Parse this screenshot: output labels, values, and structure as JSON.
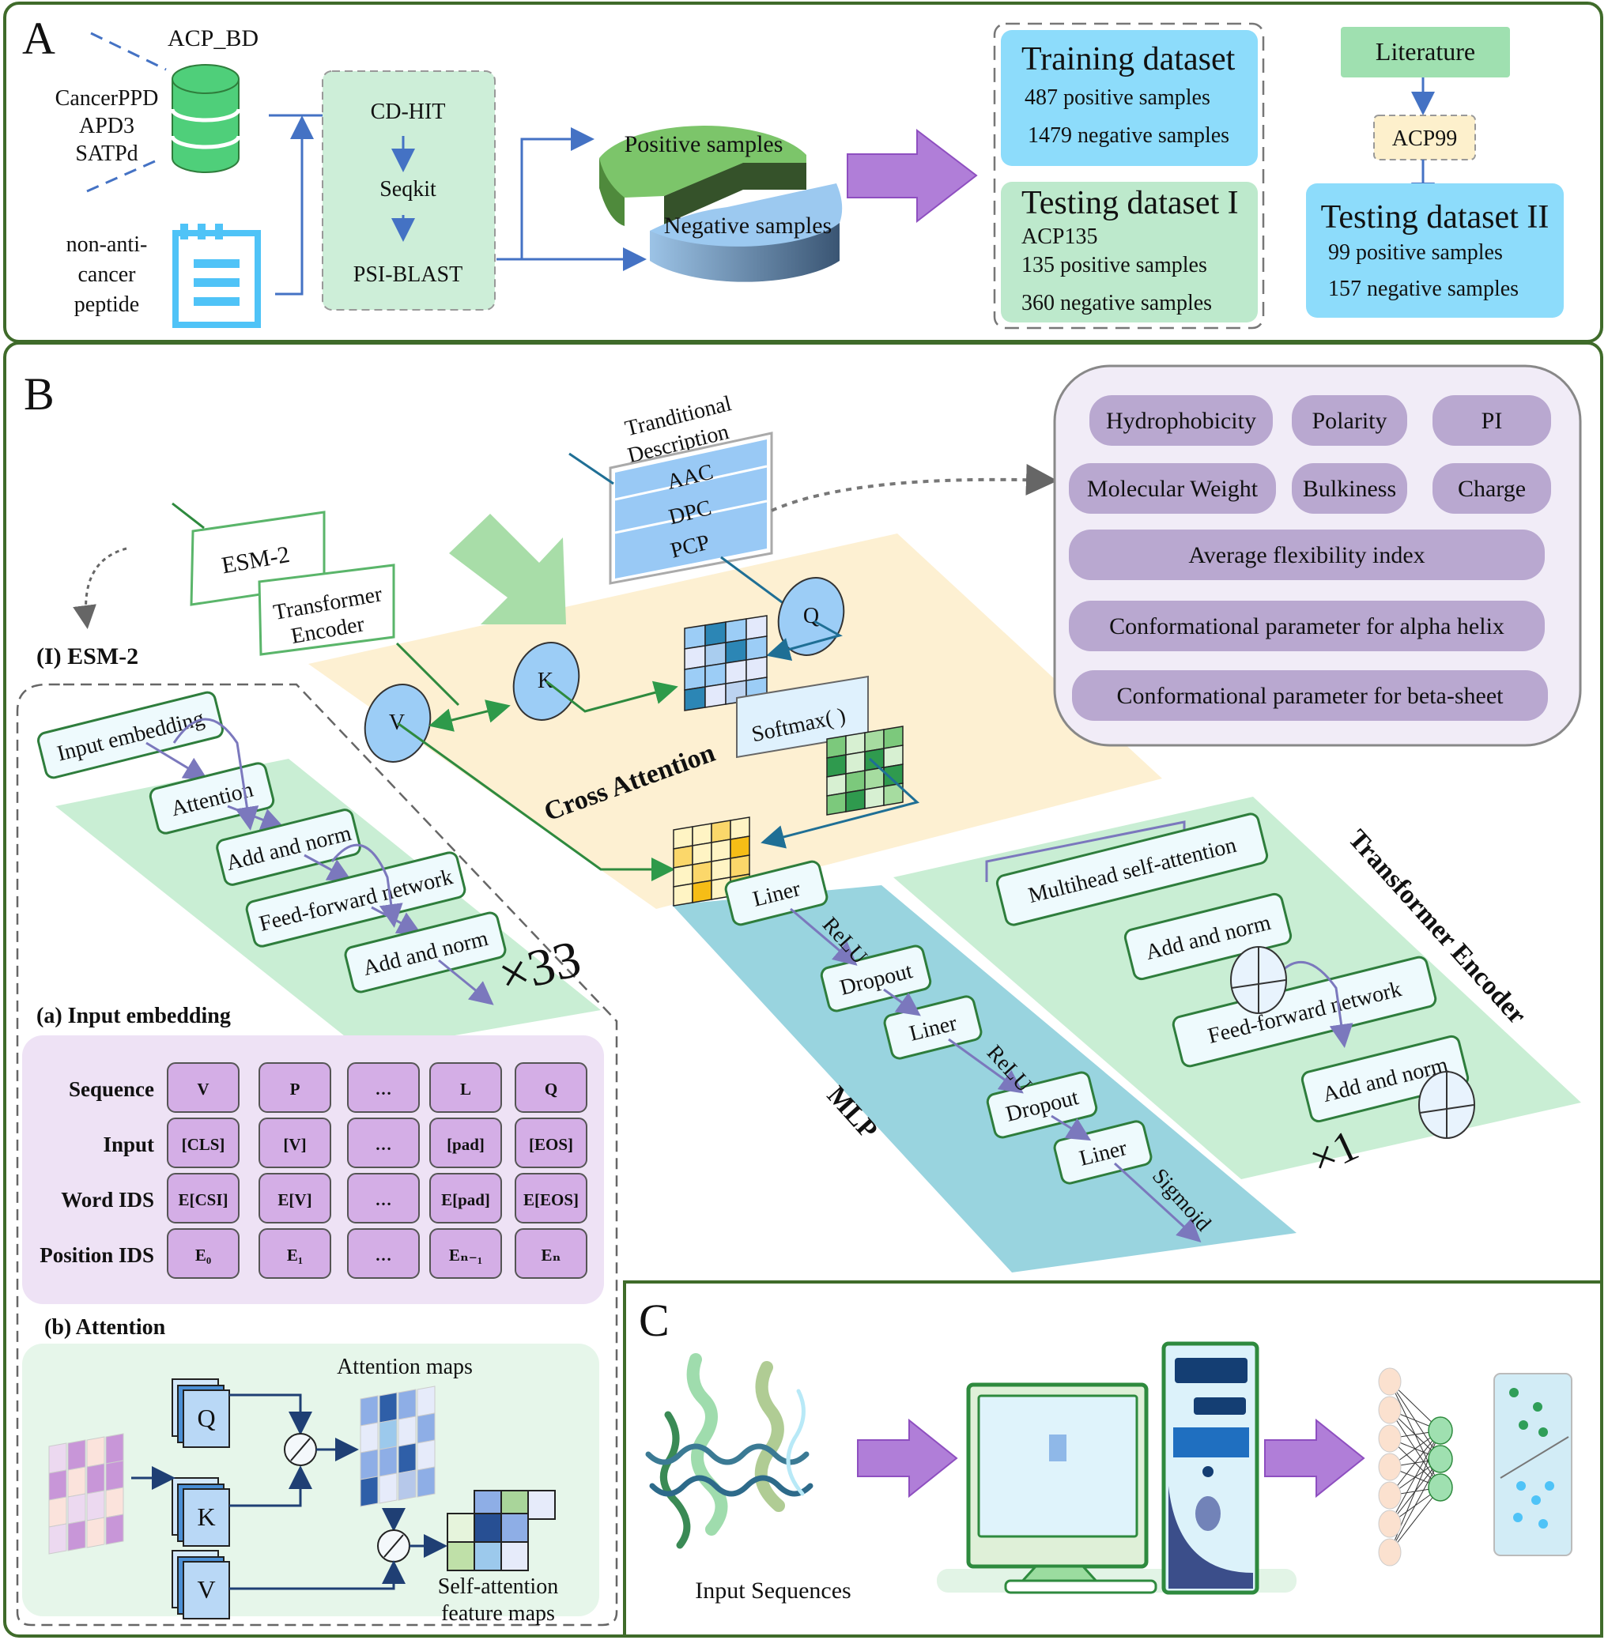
{
  "panels": {
    "a": "A",
    "b": "B",
    "c": "C"
  },
  "colors": {
    "frame": "#3f6b2a",
    "flow_arrow": "#4472c4",
    "db_green": "#4fcf7a",
    "doc_blue": "#4fc3f7",
    "process_box": "#cdeed8",
    "purple_arrow": "#b07ed8",
    "training_box": "#8ddcfb",
    "testing_box": "#bde9cc",
    "literature_box": "#9fe0b0",
    "acp99_box": "#fdf0cc",
    "cross_attention_plane": "#fdf0d2",
    "mlp_plane": "#99d4df",
    "encoder_plane": "#c9eed4",
    "feature_pill": "#b9a8d0",
    "feature_panel": "#f1ecf7",
    "embedding_cell": "#d4aee6"
  },
  "panel_a": {
    "db_label": "ACP_BD",
    "db_sources": [
      "CancerPPD",
      "APD3",
      "SATPd"
    ],
    "negative_source": [
      "non-anti-",
      "cancer",
      "peptide"
    ],
    "pipeline": [
      "CD-HIT",
      "Seqkit",
      "PSI-BLAST"
    ],
    "pie": {
      "positive": "Positive samples",
      "negative": "Negative samples"
    },
    "training": {
      "title": "Training dataset",
      "lines": [
        "487 positive samples",
        "1479 negative samples"
      ]
    },
    "testing1": {
      "title": "Testing dataset I",
      "lines": [
        "ACP135",
        "135  positive samples",
        "360 negative samples"
      ]
    },
    "literature": "Literature",
    "acp99": "ACP99",
    "testing2": {
      "title": "Testing dataset II",
      "lines": [
        "99  positive samples",
        "157 negative samples"
      ]
    }
  },
  "panel_b": {
    "esm_box": "ESM-2",
    "transformer_box": [
      "Transformer",
      "Encoder"
    ],
    "traditional_title": [
      "Tranditional",
      "Description"
    ],
    "traditional_rows": [
      "AAC",
      "DPC",
      "PCP"
    ],
    "features": [
      [
        "Hydrophobicity",
        "Polarity",
        "PI"
      ],
      [
        "Molecular Weight",
        "Bulkiness",
        "Charge"
      ],
      [
        "Average flexibility index"
      ],
      [
        "Conformational parameter for alpha helix"
      ],
      [
        "Conformational parameter for beta-sheet"
      ]
    ],
    "qkv": {
      "q": "Q",
      "k": "K",
      "v": "V"
    },
    "softmax": "Softmax( )",
    "cross_attention": "Cross Attention",
    "esm_section_title": "(I) ESM-2",
    "esm_stack": [
      "Input embedding",
      "Attention",
      "Add and norm",
      "Feed-forward network",
      "Add and norm"
    ],
    "esm_repeat": "×33",
    "mlp": {
      "title": "MLP",
      "blocks": [
        "Liner",
        "Dropout",
        "Liner",
        "Dropout",
        "Liner"
      ],
      "activations": [
        "ReLU",
        "ReLU",
        "Sigmoid"
      ]
    },
    "encoder": {
      "title": "Transformer Encoder",
      "blocks": [
        "Multihead self-attention",
        "Add and norm",
        "Feed-forward network",
        "Add and norm"
      ],
      "repeat": "×1"
    },
    "input_embedding": {
      "title": "(a) Input embedding",
      "rows": [
        {
          "label": "Sequence",
          "cells": [
            "V",
            "P",
            "…",
            "L",
            "Q"
          ]
        },
        {
          "label": "Input",
          "cells": [
            "[CLS]",
            "[V]",
            "…",
            "[pad]",
            "[EOS]"
          ]
        },
        {
          "label": "Word IDS",
          "cells": [
            "E[CSI]",
            "E[V]",
            "…",
            "E[pad]",
            "E[EOS]"
          ]
        },
        {
          "label": "Position IDS",
          "cells": [
            "E₀",
            "E₁",
            "…",
            "Eₙ₋₁",
            "Eₙ"
          ]
        }
      ]
    },
    "attention": {
      "title": "(b) Attention",
      "maps_label": "Attention maps",
      "q": "Q",
      "k": "K",
      "v": "V",
      "output_label": [
        "Self-attention",
        "feature maps"
      ]
    }
  },
  "panel_c": {
    "input_label": "Input Sequences"
  }
}
